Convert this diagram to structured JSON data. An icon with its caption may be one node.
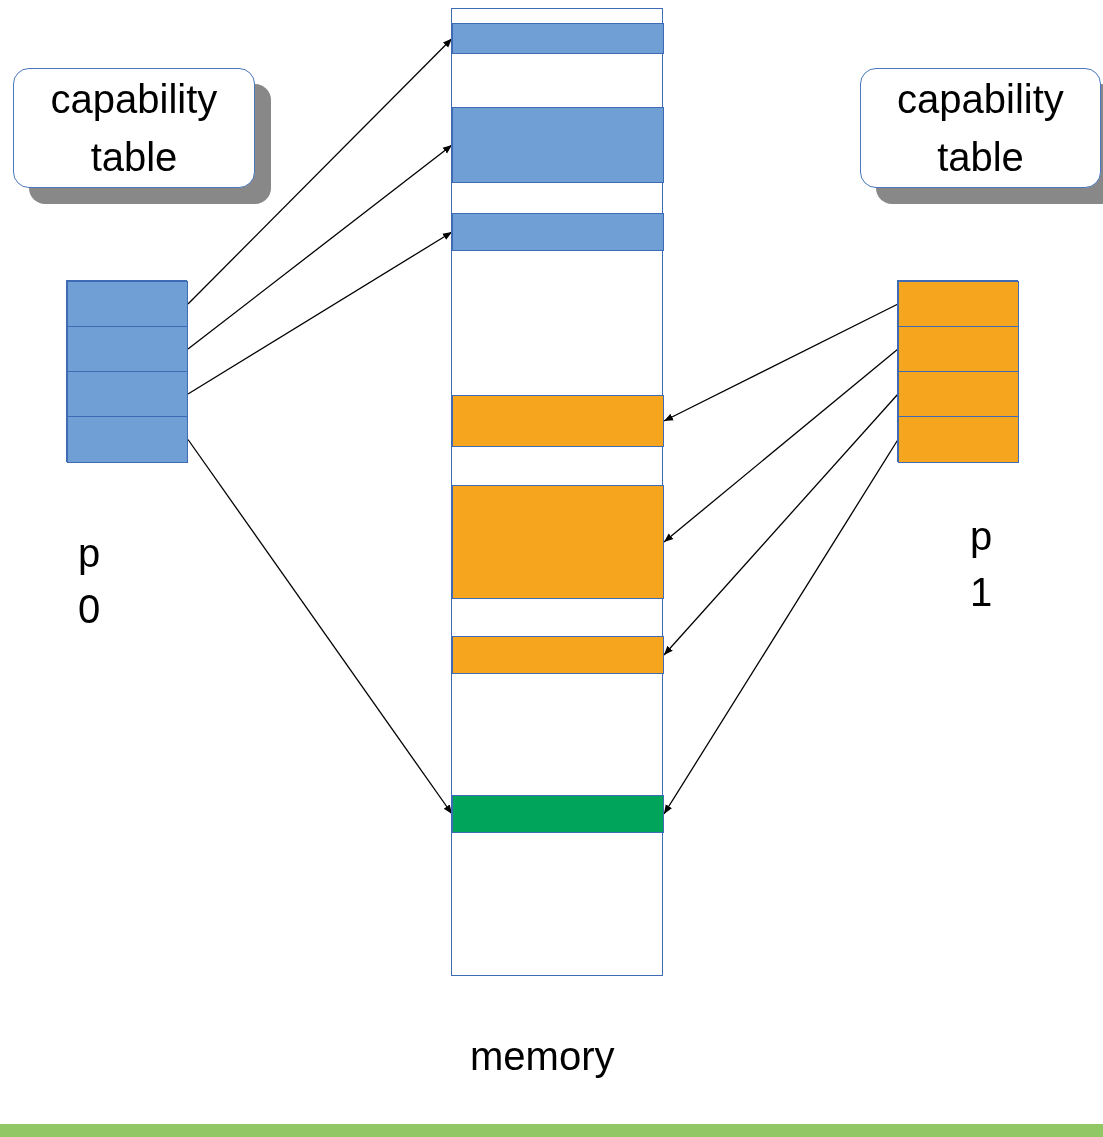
{
  "diagram": {
    "nodes": [
      {
        "text": [
          "capability table"
        ]
      },
      {
        "text": [
          "capability table"
        ]
      },
      {
        "text": [],
        "shape": "box",
        "beside": [
          "memory"
        ]
      },
      {
        "text": [],
        "shape": "box",
        "beside": [
          "p0"
        ]
      },
      {
        "text": [],
        "shape": "box",
        "in": 3
      },
      {
        "text": [],
        "shape": "box",
        "in": 3
      },
      {
        "text": [],
        "shape": "box",
        "in": 3
      },
      {
        "text": [],
        "shape": "box",
        "in": 3
      },
      {
        "text": [],
        "shape": "box",
        "beside": [
          "p1"
        ]
      },
      {
        "text": [],
        "shape": "box",
        "in": 8
      },
      {
        "text": [],
        "shape": "box",
        "in": 8
      },
      {
        "text": [],
        "shape": "box",
        "in": 8
      },
      {
        "text": [],
        "shape": "box",
        "in": 8
      },
      {
        "text": [],
        "shape": "box",
        "in": 2
      },
      {
        "text": [],
        "shape": "box",
        "in": 2
      },
      {
        "text": [],
        "shape": "box",
        "in": 2
      },
      {
        "text": [],
        "shape": "box",
        "in": 2
      },
      {
        "text": [],
        "shape": "box",
        "in": 2
      },
      {
        "text": [],
        "shape": "box",
        "in": 2
      },
      {
        "text": [],
        "shape": "box",
        "in": 2
      }
    ],
    "edges": [
      {
        "from": 4,
        "to": 13,
        "arrow": "to"
      },
      {
        "from": 5,
        "to": 14,
        "arrow": "to"
      },
      {
        "from": 6,
        "to": 15,
        "arrow": "to"
      },
      {
        "from": 7,
        "to": 19,
        "arrow": "to"
      },
      {
        "from": 9,
        "to": 16,
        "arrow": "to"
      },
      {
        "from": 10,
        "to": 17,
        "arrow": "to"
      },
      {
        "from": 11,
        "to": 18,
        "arrow": "to"
      },
      {
        "from": 12,
        "to": 19,
        "arrow": "to"
      }
    ]
  }
}
